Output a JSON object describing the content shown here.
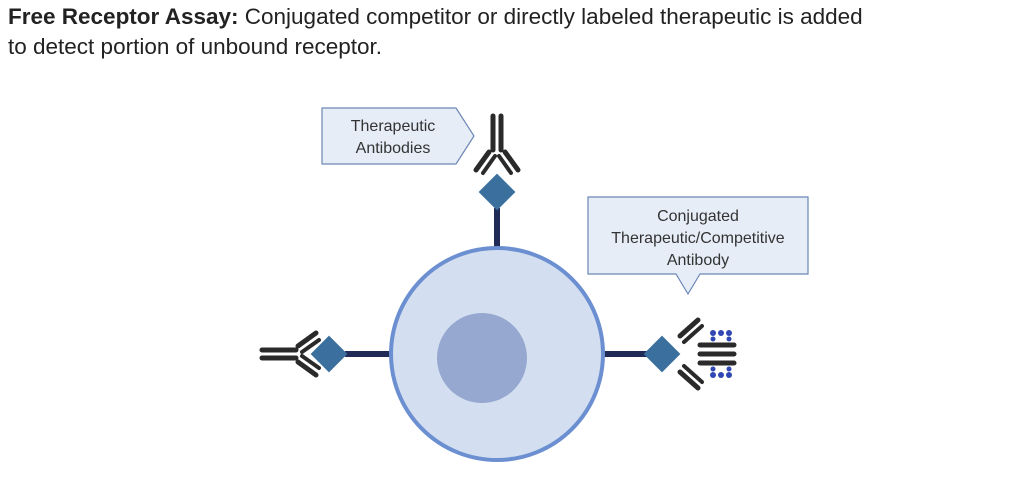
{
  "heading": {
    "bold": "Free Receptor Assay:",
    "text": " Conjugated competitor or directly labeled therapeutic is added",
    "line2": "to detect portion of unbound receptor."
  },
  "callouts": {
    "therapeutic": [
      "Therapeutic",
      "Antibodies"
    ],
    "conjugated": [
      "Conjugated",
      "Therapeutic/Competitive",
      "Antibody"
    ]
  },
  "colors": {
    "cell_fill": "#d3dff0",
    "cell_stroke": "#6b8fd0",
    "nucleus": "#96a8d0",
    "receptor": "#3b6f9e",
    "stem": "#1f2a56",
    "antibody": "#2a2a2a",
    "label_dots": "#2f48b4",
    "callout_fill": "#e6edf7"
  }
}
